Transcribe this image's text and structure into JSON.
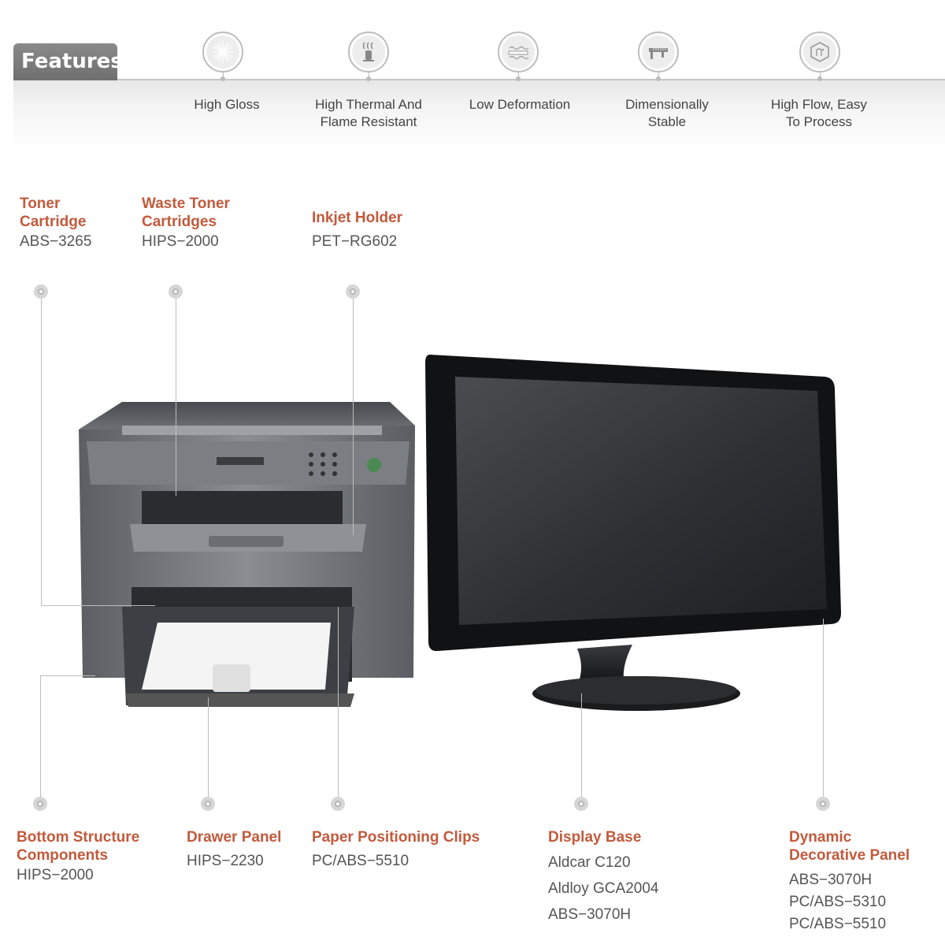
{
  "header": {
    "tab_label": "Features",
    "features": [
      {
        "icon": "sparkle-gloss-icon",
        "label_lines": [
          "High Gloss"
        ]
      },
      {
        "icon": "heat-flame-icon",
        "label_lines": [
          "High Thermal And",
          "Flame Resistant"
        ]
      },
      {
        "icon": "wave-plate-icon",
        "label_lines": [
          "Low Deformation"
        ]
      },
      {
        "icon": "caliper-icon",
        "label_lines": [
          "Dimensionally",
          "Stable"
        ]
      },
      {
        "icon": "hexagon-flow-icon",
        "label_lines": [
          "High Flow, Easy",
          "To Process"
        ]
      }
    ]
  },
  "parts": {
    "toner_cartridge": {
      "title_lines": [
        "Toner",
        "Cartridge"
      ],
      "materials": [
        "ABS−3265"
      ]
    },
    "waste_toner": {
      "title_lines": [
        "Waste Toner",
        "Cartridges"
      ],
      "materials": [
        "HIPS−2000"
      ]
    },
    "inkjet_holder": {
      "title_lines": [
        "Inkjet Holder"
      ],
      "materials": [
        "PET−RG602"
      ]
    },
    "bottom_structure": {
      "title_lines": [
        "Bottom Structure",
        "Components"
      ],
      "materials": [
        "HIPS−2000"
      ]
    },
    "drawer_panel": {
      "title_lines": [
        "Drawer Panel"
      ],
      "materials": [
        "HIPS−2230"
      ]
    },
    "paper_clips": {
      "title_lines": [
        "Paper Positioning Clips"
      ],
      "materials": [
        "PC/ABS−5510"
      ]
    },
    "display_base": {
      "title_lines": [
        "Display Base"
      ],
      "materials": [
        "Aldcar C120",
        "Aldloy GCA2004",
        "ABS−3070H"
      ]
    },
    "decorative_panel": {
      "title_lines": [
        "Dynamic",
        "Decorative Panel"
      ],
      "materials": [
        "ABS−3070H",
        "PC/ABS−5310",
        "PC/ABS−5510"
      ]
    }
  },
  "colors": {
    "accent": "#c25a3c",
    "tab": "#777777",
    "line": "#bdbdbd"
  }
}
